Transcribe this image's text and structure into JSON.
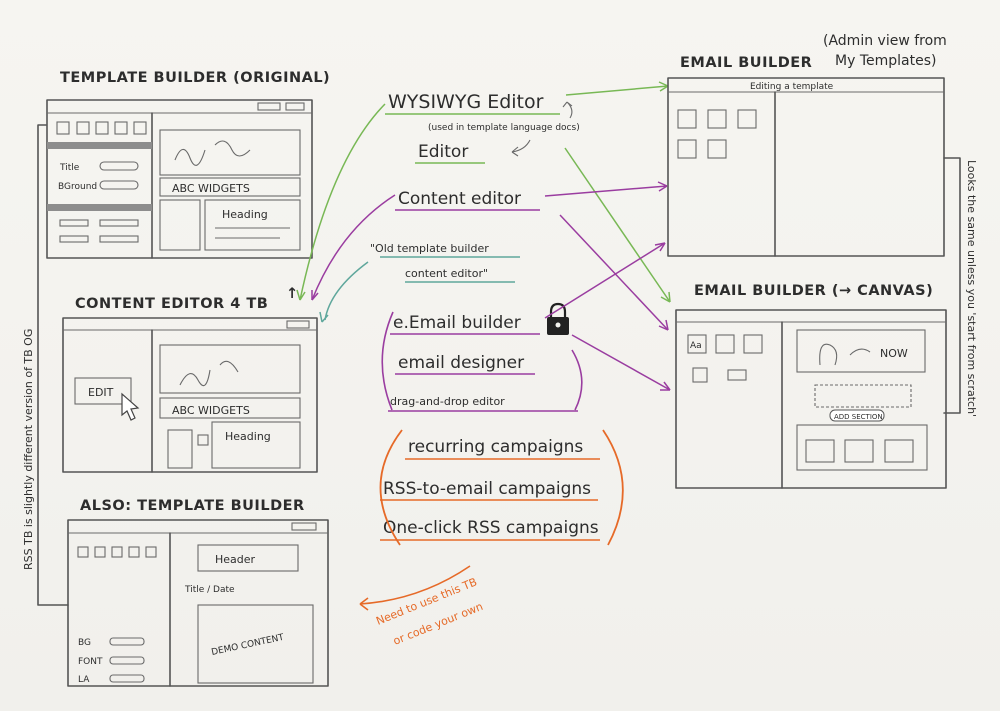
{
  "colors": {
    "green": "#78b855",
    "purple": "#9a3da0",
    "teal": "#5fa79c",
    "orange": "#e66a28",
    "ink": "#2d2d2d",
    "pencil": "#555555"
  },
  "left": {
    "tb_original": {
      "title": "TEMPLATE BUILDER (ORIGINAL)",
      "labels": {
        "title": "Title",
        "bground": "BGround",
        "widgets": "ABC WIDGETS",
        "heading": "Heading"
      }
    },
    "content_editor": {
      "title": "CONTENT EDITOR 4 TB",
      "arrow": "↑",
      "labels": {
        "edit": "EDIT",
        "widgets": "ABC WIDGETS",
        "heading": "Heading"
      }
    },
    "also_tb": {
      "title": "ALSO: TEMPLATE BUILDER",
      "labels": {
        "header": "Header",
        "title_date": "Title / Date",
        "demo": "DEMO CONTENT",
        "bg": "BG",
        "font": "FONT",
        "la": "LA"
      }
    },
    "side_note": "RSS TB is slightly different version of TB OG"
  },
  "center": {
    "wysiwyg": "WYSIWYG Editor",
    "wysiwyg_note": "(used in template language docs)",
    "editor": "Editor",
    "content_editor": "Content editor",
    "old_tb_line1": "\"Old template builder",
    "old_tb_line2": "content editor\"",
    "email_builder": "e.Email builder",
    "email_designer": "email designer",
    "dnd_editor": "drag-and-drop editor",
    "recurring": "recurring campaigns",
    "rss_to_email": "RSS-to-email campaigns",
    "one_click": "One-click RSS campaigns",
    "need_note_line1": "Need to use this TB",
    "need_note_line2": "or code your own"
  },
  "right": {
    "eb_admin": {
      "title": "EMAIL BUILDER",
      "subtitle_line1": "(Admin view from",
      "subtitle_line2": "My Templates)",
      "editing": "Editing a template"
    },
    "eb_canvas": {
      "title": "EMAIL BUILDER (→ CANVAS)",
      "labels": {
        "aa": "Aa",
        "now": "NOW",
        "add_section": "ADD SECTION"
      }
    },
    "side_note": "Looks the same unless you 'start from scratch'"
  }
}
